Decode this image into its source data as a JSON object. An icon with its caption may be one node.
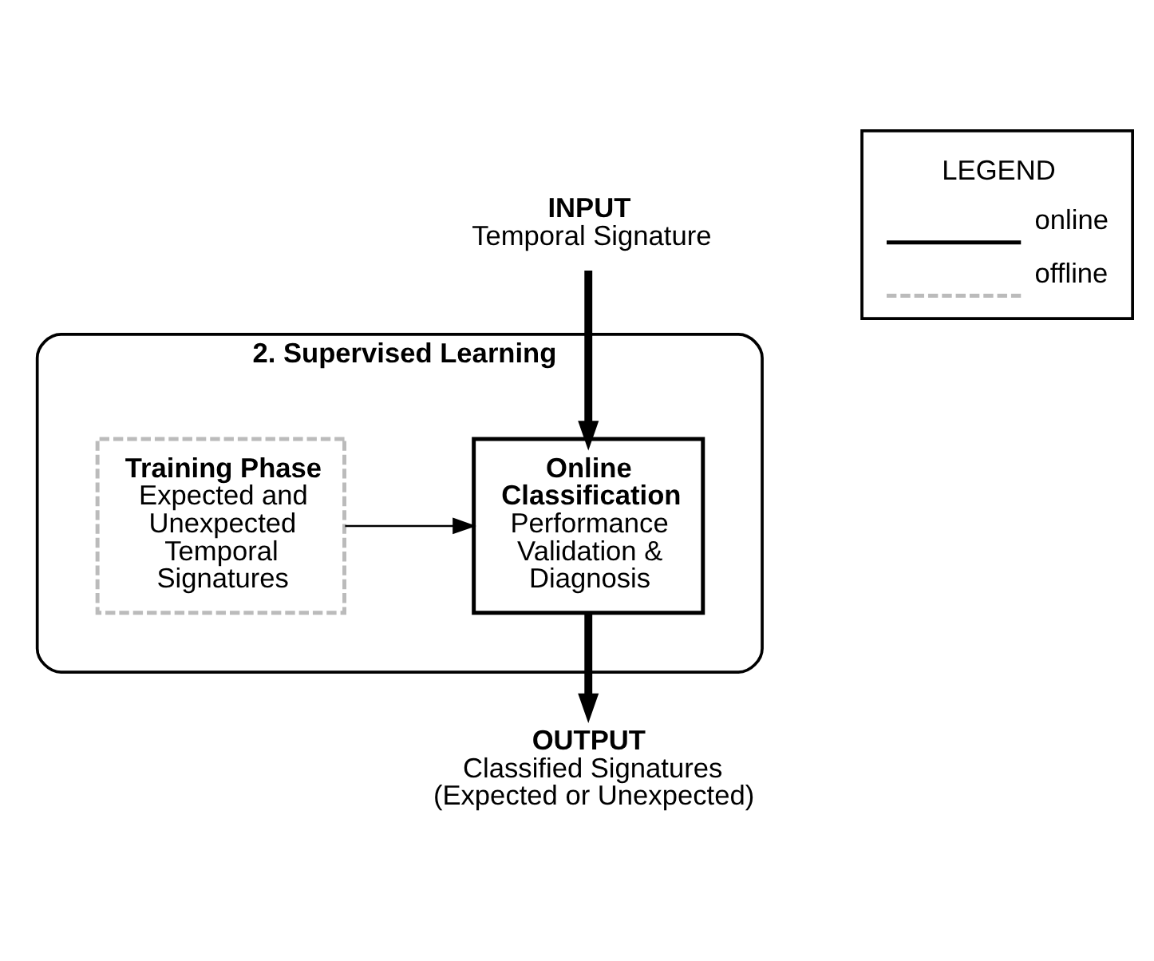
{
  "diagram": {
    "nodes": [
      {
        "text": [
          "INPUT",
          "Temporal Signature"
        ]
      },
      {
        "text": [
          "2. Supervised Learning"
        ]
      },
      {
        "text": [
          "Online Classification",
          "Performance Validation & Diagnosis"
        ],
        "in": 1
      },
      {
        "text": [
          "Training Phase",
          "Expected and Unexpected Temporal Signatures"
        ],
        "in": 1
      },
      {
        "text": [
          "OUTPUT",
          "Classified Signatures (Expected or Unexpected)"
        ]
      }
    ],
    "edges": [
      {
        "from": 0,
        "to": 2,
        "arrow": "to"
      },
      {
        "from": 3,
        "to": 2,
        "arrow": "to"
      },
      {
        "from": 2,
        "to": 4,
        "arrow": "to"
      }
    ],
    "labels": [
      "LEGEND"
    ],
    "legend": [
      {
        "text": "online"
      },
      {
        "text": "offline"
      }
    ]
  }
}
